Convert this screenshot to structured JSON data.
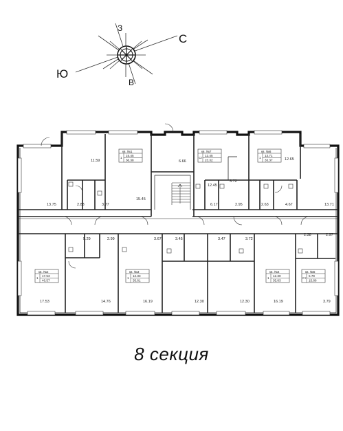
{
  "compass": {
    "south": "Ю",
    "west": "З",
    "north": "С",
    "east": "В"
  },
  "section_label": "8 секция",
  "room_areas": {
    "r1": "13.75",
    "r2": "11.59",
    "r3": "2.83",
    "r4": "3.77",
    "r5": "15.45",
    "r6": "6.66",
    "r7": "12.45",
    "r8": "3.72",
    "r9": "6.17",
    "r10": "2.95",
    "r11": "2.63",
    "r12": "4.67",
    "r13": "13.71",
    "r14": "12.65",
    "r15": "5.29",
    "r16": "2.99",
    "r17": "17.53",
    "r18": "14.76",
    "r19": "3.67",
    "r20": "3.45",
    "r21": "3.47",
    "r22": "3.72",
    "r23": "16.19",
    "r24": "12.30",
    "r25": "12.30",
    "r26": "16.19",
    "r27": "2.38",
    "r28": "2.97",
    "r29": "3.79"
  },
  "apartments": {
    "a1": {
      "label": "кв. №1",
      "rooms": "1",
      "living": "15.45",
      "total": "36.38"
    },
    "a7": {
      "label": "кв. №7",
      "rooms": "Ст",
      "living": "12.45",
      "total": "23.32"
    },
    "a6": {
      "label": "кв. №6",
      "rooms": "1",
      "living": "13.71",
      "total": "33.37"
    },
    "a2": {
      "label": "кв. №2",
      "rooms": "1",
      "living": "17.53",
      "total": "46.57"
    },
    "a3": {
      "label": "кв. №3",
      "rooms": "1",
      "living": "12.33",
      "total": "35.61"
    },
    "a4": {
      "label": "кв. №4",
      "rooms": "1",
      "living": "12.30",
      "total": "35.83"
    },
    "a5": {
      "label": "кв. №5",
      "rooms": "Ст",
      "living": "5.79",
      "total": "15.86"
    }
  }
}
